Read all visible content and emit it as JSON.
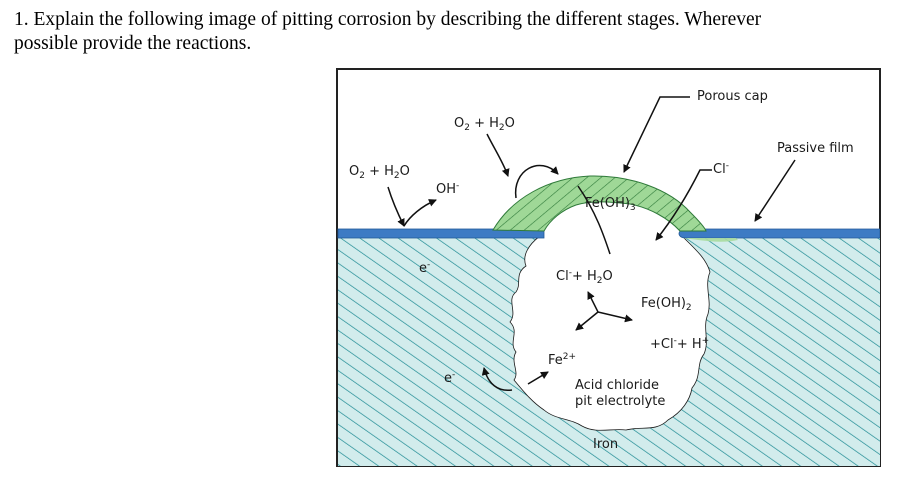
{
  "question": {
    "line1": "1. Explain the following image of pitting corrosion by describing the different stages. Wherever",
    "line2": "possible provide the reactions."
  },
  "diagram": {
    "labels": {
      "porous_cap": "Porous cap",
      "passive_film": "Passive film",
      "o2_h2o_left": "O2 + H2O",
      "o2_h2o_top": "O2 + H2O",
      "oh_minus": "OH-",
      "e_minus_top": "e-",
      "e_minus_bottom": "e-",
      "fe_oh3": "Fe(OH)3",
      "cl_minus_top": "Cl-",
      "cl_h2o": "Cl- + H2O",
      "fe_oh2": "Fe(OH)2",
      "cl_h_plus": "+Cl- + H+",
      "fe2_plus": "Fe2+",
      "acid_chloride_1": "Acid chloride",
      "acid_chloride_2": "pit electrolyte",
      "iron": "Iron"
    },
    "colors": {
      "metal_fill": "#d2ecec",
      "hatch": "#1d8a93",
      "passive_film": "#3d7bc4",
      "cap_fill": "#8fd08a",
      "cap_hatch": "#2f7a3a"
    }
  }
}
